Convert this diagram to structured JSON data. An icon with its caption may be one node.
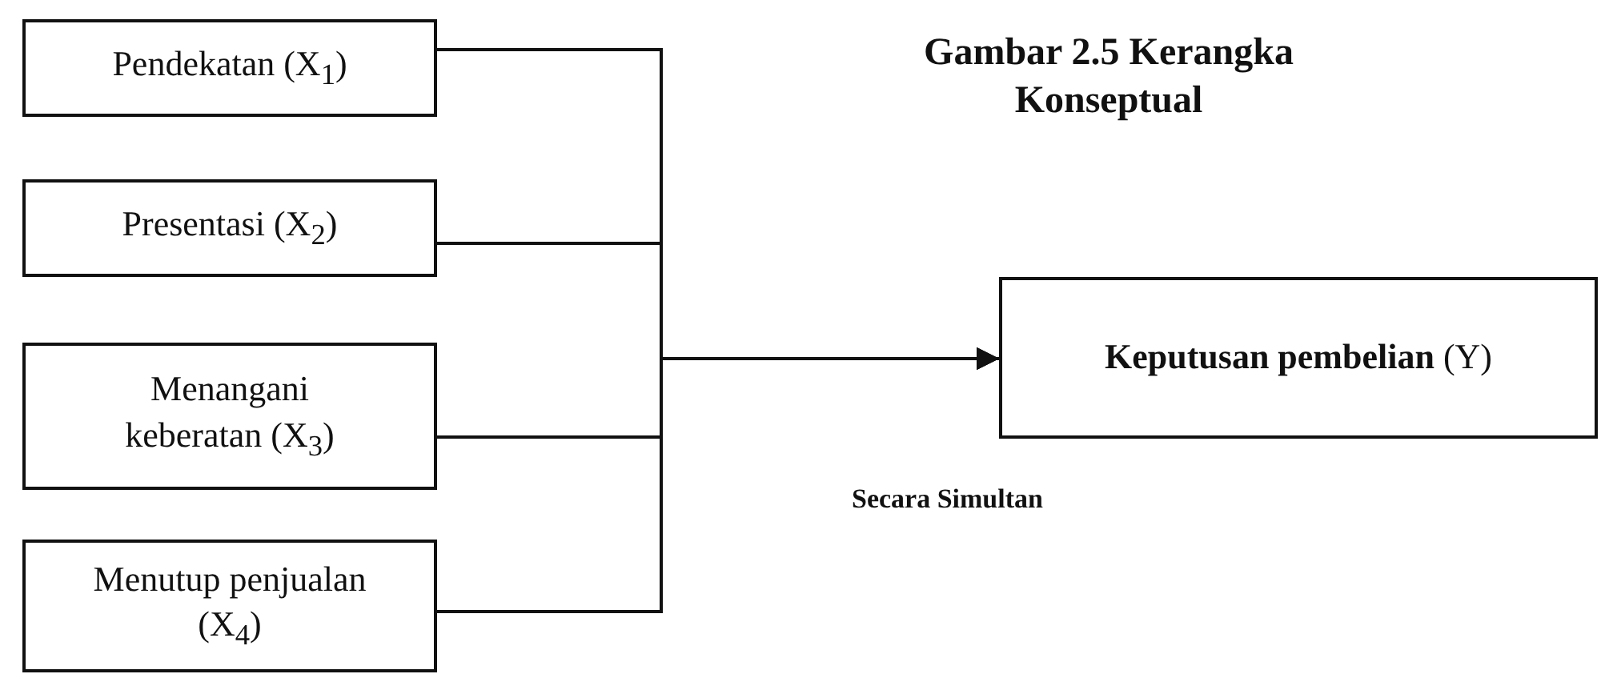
{
  "diagram": {
    "title": "Gambar 2.5 Kerangka Konseptual",
    "nodes": [
      {
        "text": [
          "Pendekatan (X$_{1}$)"
        ]
      },
      {
        "text": [
          "Presentasi (X$_{2}$)"
        ]
      },
      {
        "text": [
          "Menangani keberatan (X$_{3}$)"
        ]
      },
      {
        "text": [
          "Menutup penjualan (X$_{4}$)"
        ]
      },
      {
        "text": [
          "**Keputusan pembelian** (Y)"
        ]
      }
    ],
    "edges": [
      {
        "from": 0,
        "to": 4,
        "arrow": "to"
      },
      {
        "from": 1,
        "to": 4,
        "arrow": "to"
      },
      {
        "from": 2,
        "to": 4,
        "arrow": "to"
      },
      {
        "from": 3,
        "to": 4,
        "arrow": "to"
      }
    ],
    "labels": [
      "Secara Simultan"
    ]
  }
}
